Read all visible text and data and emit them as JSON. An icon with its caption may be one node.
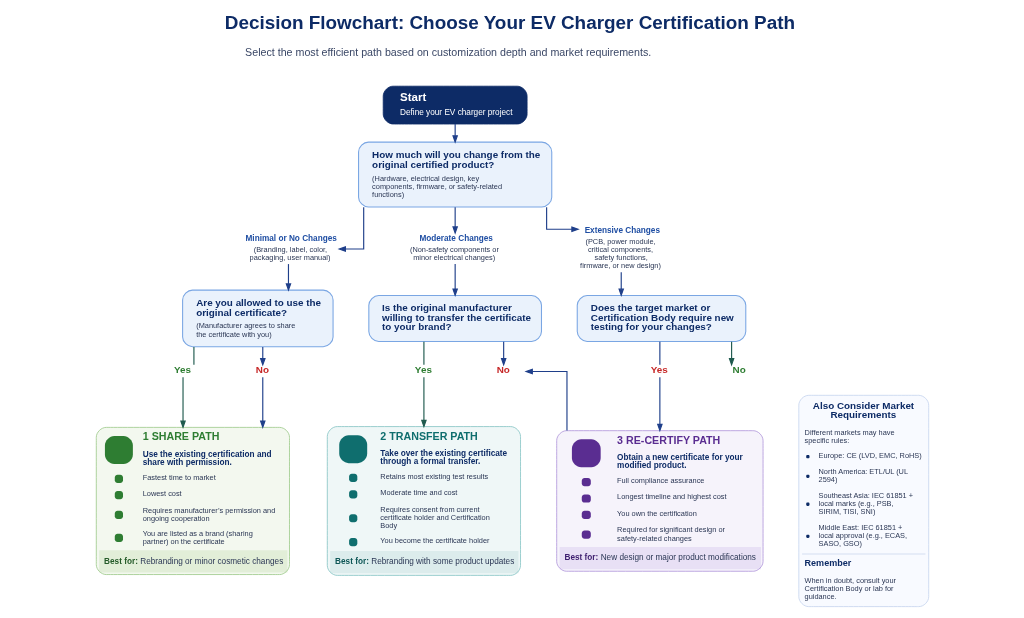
{
  "diagram": {
    "title": "Decision Flowchart: Choose Your EV Charger Certification Path",
    "nodes": [
      {
        "text": [
          "Start",
          "Define your EV charger project"
        ]
      },
      {
        "text": [
          "How much will you change from the original certified product?",
          "(Hardware, electrical design, key components, firmware, or safety-related functions)"
        ]
      },
      {
        "text": [
          "Minimal or No Changes",
          "(Branding, label, color, packaging, user manual)"
        ]
      },
      {
        "text": [
          "Moderate Changes",
          "(Non-safety components or minor electrical changes)"
        ]
      },
      {
        "text": [
          "Extensive Changes",
          "(PCB, power module, critical components, safety functions, firmware, or new design)"
        ]
      },
      {
        "text": [
          "Are you allowed to use the original certificate?",
          "(Manufacturer agrees to share the certificate with you)"
        ]
      },
      {
        "text": [
          "Is the original manufacturer willing to transfer the certificate to your brand?"
        ]
      },
      {
        "text": [
          "Does the target market or Certification Body require new testing for your changes?"
        ]
      },
      {
        "text": [
          "Yes"
        ]
      },
      {
        "text": [
          "No"
        ]
      },
      {
        "text": [
          "Yes"
        ]
      },
      {
        "text": [
          "No"
        ]
      },
      {
        "text": [
          "Yes"
        ]
      },
      {
        "text": [
          "No"
        ]
      },
      {
        "text": [
          "1 SHARE PATH",
          "Use the existing certification and share with permission.",
          "Fastest time to market",
          "Lowest cost",
          "Requires manufacturer’s permission and ongoing cooperation",
          "You are listed as a brand (sharing partner) on the certificate",
          "Best for:",
          "Rebranding or minor cosmetic changes"
        ]
      },
      {
        "text": [
          "2 TRANSFER PATH",
          "Take over the existing certificate through a formal transfer.",
          "Retains most existing test results",
          "Moderate time and cost",
          "Requires consent from current certificate holder and Certification Body",
          "You become the certificate holder",
          "Best for:",
          "Rebranding with some product updates"
        ]
      },
      {
        "text": [
          "3 RE-CERTIFY PATH",
          "Obtain a new certificate for your modified product.",
          "Full compliance assurance",
          "Longest timeline and highest cost",
          "You own the certification",
          "Required for significant design or safety-related changes",
          "Best for:",
          "New design or major product modifications"
        ]
      },
      {
        "text": [
          "Also Consider Market Requirements",
          "Different markets may have specific rules:",
          "Europe: CE (LVD, EMC, RoHS)",
          "North America: ETL/UL (UL 2594)",
          "Southeast Asia: IEC 61851 + local marks (e.g., PSB, SIRIM, TISI, SNI)",
          "Middle East: IEC 61851 + local approval (e.g., ECAS, SASO, GSO)",
          "Remember",
          "When in doubt, consult your Certification Body or lab for guidance."
        ]
      }
    ],
    "edges": [
      {
        "from": 0,
        "to": 1,
        "arrow": "to"
      },
      {
        "from": 1,
        "to": 2,
        "arrow": "to"
      },
      {
        "from": 1,
        "to": 3,
        "arrow": "to"
      },
      {
        "from": 1,
        "to": 4,
        "arrow": "to"
      },
      {
        "from": 2,
        "to": 5,
        "arrow": "to"
      },
      {
        "from": 3,
        "to": 6,
        "arrow": "to"
      },
      {
        "from": 4,
        "to": 7,
        "arrow": "to"
      },
      {
        "from": 5,
        "to": 8,
        "arrow": "none",
        "color": "#1f5a4e"
      },
      {
        "from": 5,
        "to": 9,
        "arrow": "to"
      },
      {
        "from": 6,
        "to": 10,
        "arrow": "none",
        "color": "#1f5a4e"
      },
      {
        "from": 6,
        "to": 11,
        "arrow": "to"
      },
      {
        "from": 7,
        "to": 12,
        "arrow": "none"
      },
      {
        "from": 7,
        "to": 13,
        "arrow": "to",
        "color": "#1f5a4e"
      },
      {
        "from": 8,
        "to": 14,
        "arrow": "to",
        "color": "#1f5a4e"
      },
      {
        "from": 9,
        "to": 14,
        "arrow": "to"
      },
      {
        "from": 10,
        "to": 15,
        "arrow": "to",
        "color": "#1f5a4e"
      },
      {
        "from": 12,
        "to": 16,
        "arrow": "to"
      },
      {
        "from": 16,
        "to": 11,
        "arrow": "to"
      }
    ],
    "labels": [
      "Select the most efficient path based on customization depth and market requirements."
    ]
  }
}
